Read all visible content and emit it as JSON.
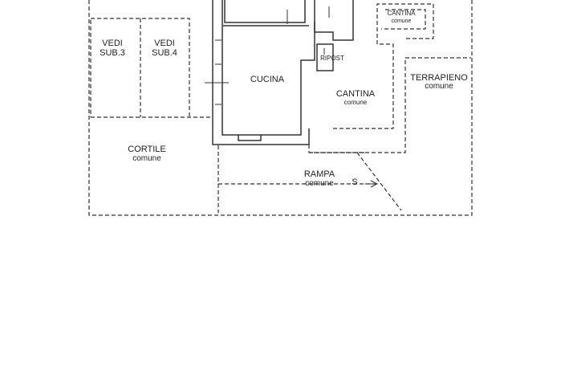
{
  "rooms": {
    "vedi_sub3": [
      "VEDI",
      "SUB.3"
    ],
    "vedi_sub4": [
      "VEDI",
      "SUB.4"
    ],
    "cucina": "CUCINA",
    "ripost": "RIPOST",
    "cantina_main": {
      "name": "CANTINA",
      "note": "comune"
    },
    "cantina_small": {
      "name": "CANTINA",
      "note": "comune"
    },
    "terrapieno": {
      "name": "TERRAPIENO",
      "note": "comune"
    },
    "cortile": {
      "name": "CORTILE",
      "note": "comune"
    },
    "rampa": {
      "name": "RAMPA",
      "note": "comune",
      "direction": "S"
    }
  }
}
